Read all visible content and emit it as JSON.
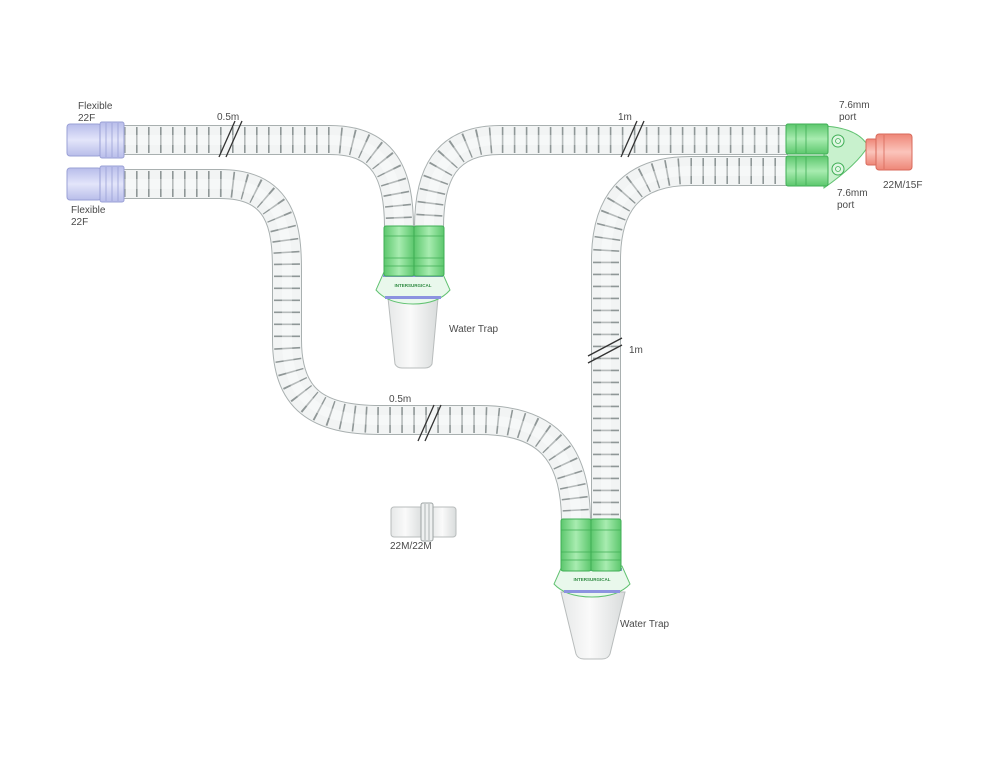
{
  "labels": {
    "flex_top_line1": "Flexible",
    "flex_top_line2": "22F",
    "flex_bottom_line1": "Flexible",
    "flex_bottom_line2": "22F",
    "len_top_left": "0.5m",
    "len_top_right": "1m",
    "len_lower_left": "0.5m",
    "len_vertical_right": "1m",
    "port_top_line1": "7.6mm",
    "port_top_line2": "port",
    "port_bottom_line1": "7.6mm",
    "port_bottom_line2": "port",
    "connector_end": "22M/15F",
    "trap_upper": "Water Trap",
    "trap_lower": "Water Trap",
    "adapter": "22M/22M",
    "trap_brand_upper": "INTERSURGICAL",
    "trap_brand_lower": "INTERSURGICAL"
  },
  "colors": {
    "tube_fill": "#f2f4f4",
    "tube_edge": "#a9b0b0",
    "coil": "#7e8686",
    "cuff_blue": "#c9cdf0",
    "green": "#8fe09a",
    "green_dark": "#3fae55",
    "red": "#f3a49a",
    "text": "#4a4a4a"
  }
}
